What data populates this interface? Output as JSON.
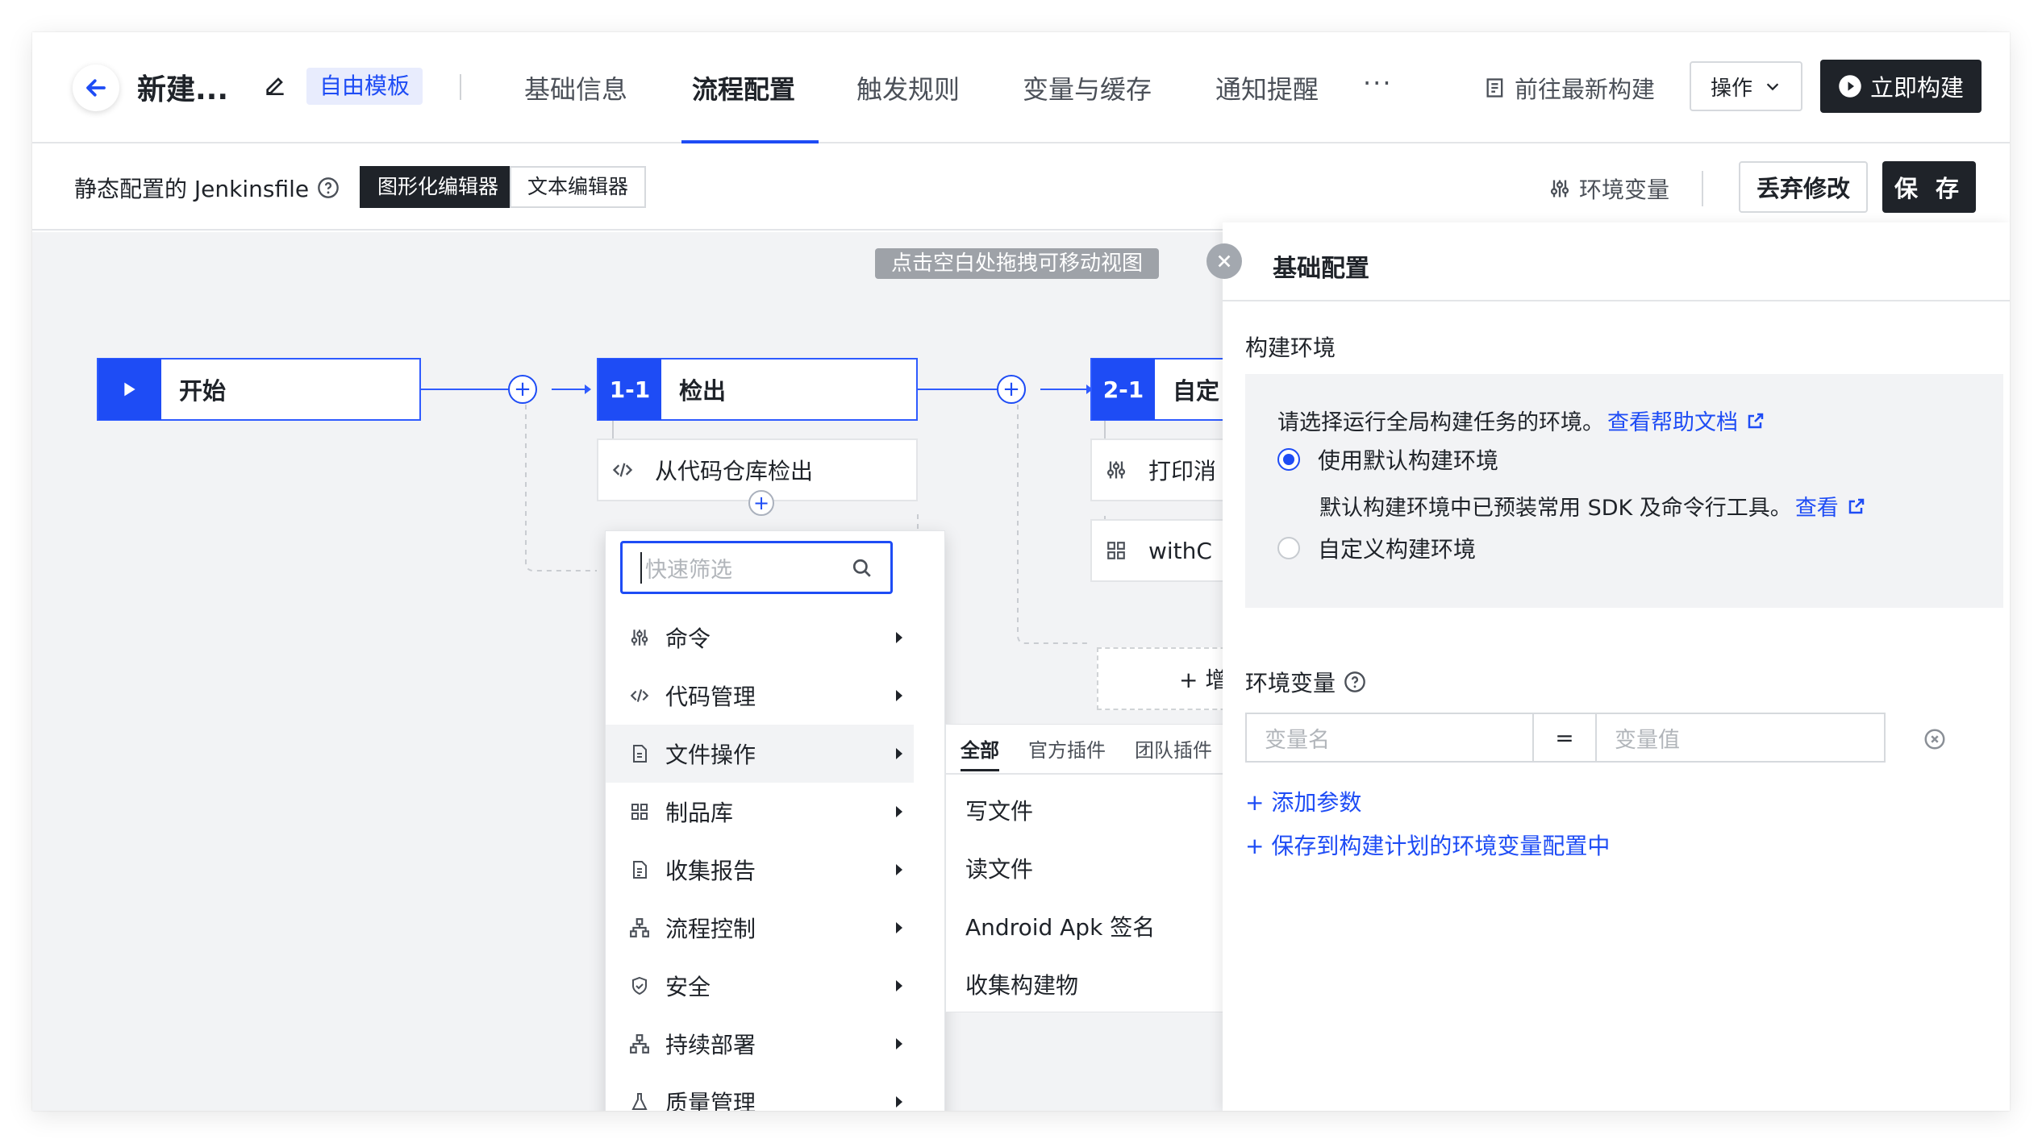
{
  "header": {
    "title": "新建...",
    "template_badge": "自由模板",
    "tabs": [
      "基础信息",
      "流程配置",
      "触发规则",
      "变量与缓存",
      "通知提醒"
    ],
    "more": "···",
    "latest_build": "前往最新构建",
    "operations": "操作",
    "build_now": "立即构建"
  },
  "subheader": {
    "static_label": "静态配置的 Jenkinsfile",
    "graphic_editor": "图形化编辑器",
    "text_editor": "文本编辑器",
    "env_vars": "环境变量",
    "discard": "丢弃修改",
    "save": "保 存"
  },
  "canvas": {
    "hint": "点击空白处拖拽可移动视图",
    "start": "开始",
    "stage1": {
      "id": "1-1",
      "label": "检出"
    },
    "stage1_step": "从代码仓库检出",
    "stage2": {
      "id": "2-1",
      "label": "自定"
    },
    "stage2_steps": [
      "打印消",
      "withC"
    ],
    "add_stage": "+ 增"
  },
  "menu": {
    "search_placeholder": "快速筛选",
    "items": [
      "命令",
      "代码管理",
      "文件操作",
      "制品库",
      "收集报告",
      "流程控制",
      "安全",
      "持续部署",
      "质量管理"
    ],
    "highlighted": "文件操作"
  },
  "submenu": {
    "tabs": [
      "全部",
      "官方插件",
      "团队插件"
    ],
    "items": [
      "写文件",
      "读文件",
      "Android Apk 签名",
      "收集构建物"
    ]
  },
  "panel": {
    "title": "基础配置",
    "build_env_label": "构建环境",
    "env_desc": "请选择运行全局构建任务的环境。",
    "help_link": "查看帮助文档",
    "radio_default": "使用默认构建环境",
    "radio_default_desc": "默认构建环境中已预装常用 SDK 及命令行工具。",
    "view_link": "查看",
    "radio_custom": "自定义构建环境",
    "env_var_label": "环境变量",
    "var_name_placeholder": "变量名",
    "equals": "=",
    "var_value_placeholder": "变量值",
    "add_param": "+ 添加参数",
    "save_to_plan": "+ 保存到构建计划的环境变量配置中"
  },
  "colors": {
    "accent": "#1e4cf5",
    "dark": "#1f2329",
    "canvas_bg": "#f2f3f5"
  }
}
